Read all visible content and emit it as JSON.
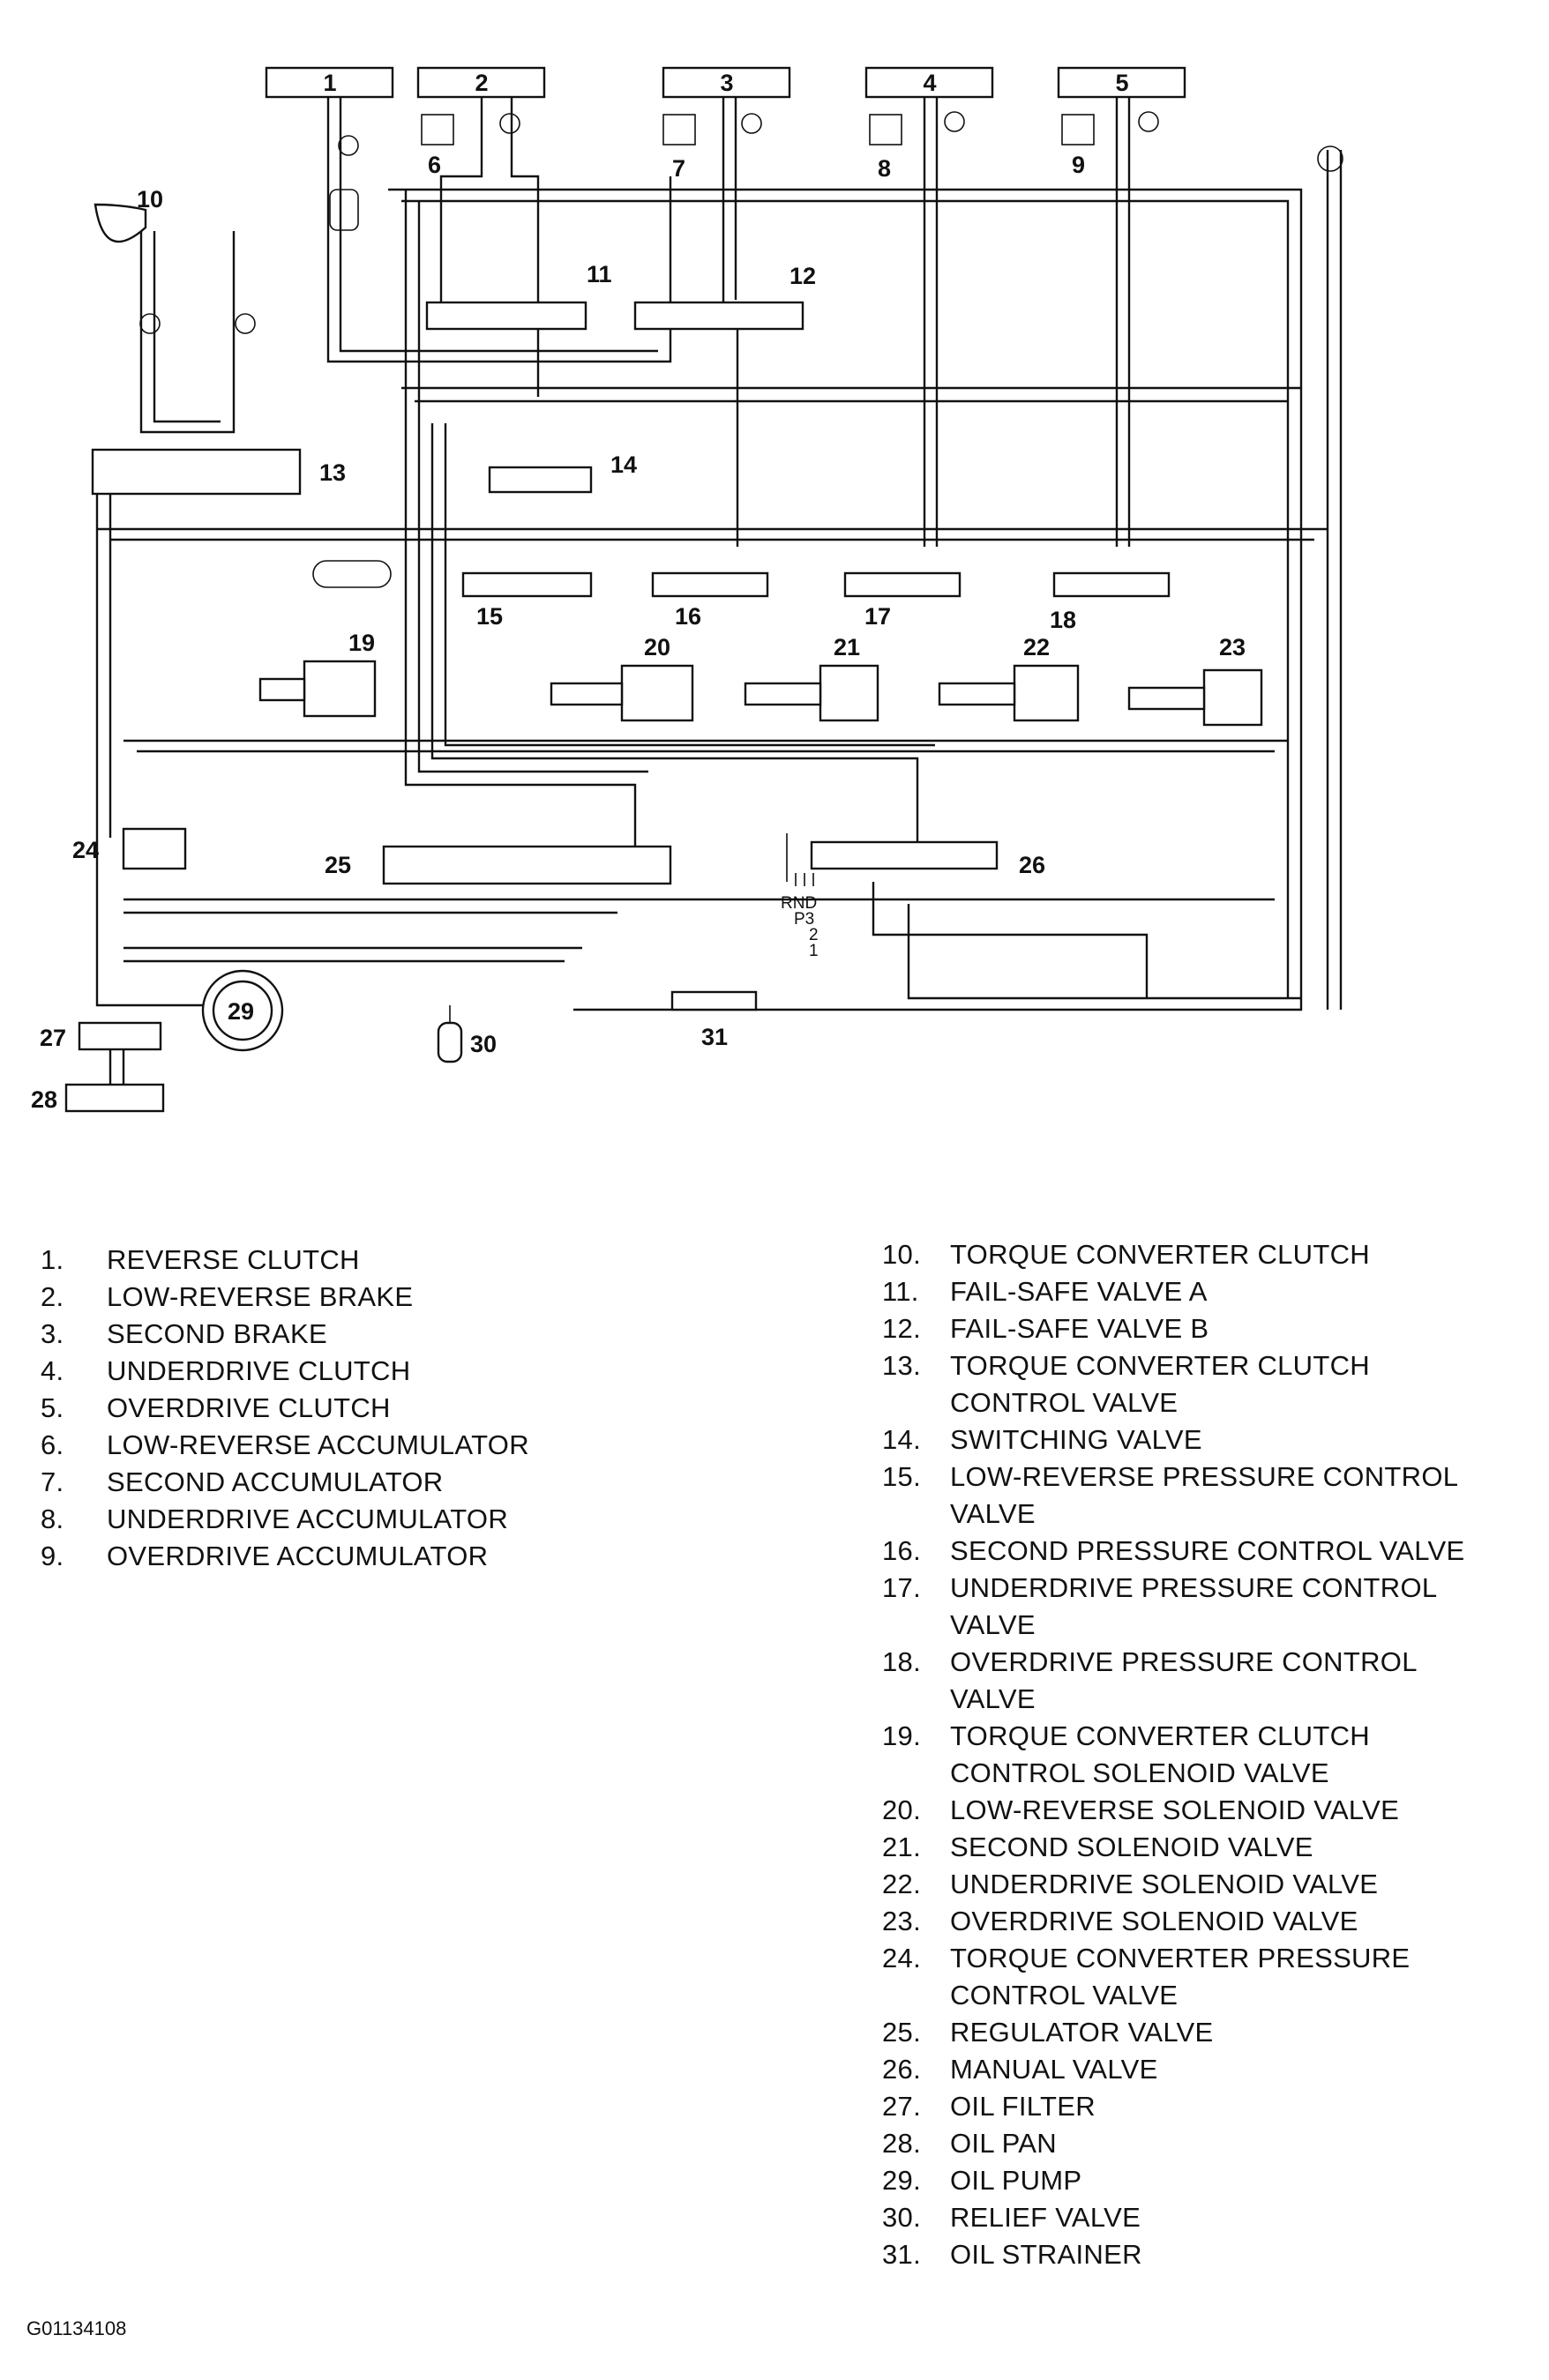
{
  "diagram": {
    "top_labels": [
      "1",
      "2",
      "3",
      "4",
      "5"
    ],
    "callouts": [
      "6",
      "7",
      "8",
      "9",
      "10",
      "11",
      "12",
      "13",
      "14",
      "15",
      "16",
      "17",
      "18",
      "19",
      "20",
      "21",
      "22",
      "23",
      "24",
      "25",
      "26",
      "27",
      "28",
      "29",
      "30",
      "31"
    ],
    "manual_valve_positions": {
      "line1": "RND",
      "line2": "P3",
      "line3": "2",
      "line4": "1"
    }
  },
  "legend": {
    "left": [
      {
        "n": "1.",
        "text": "REVERSE CLUTCH"
      },
      {
        "n": "2.",
        "text": "LOW-REVERSE BRAKE"
      },
      {
        "n": "3.",
        "text": "SECOND BRAKE"
      },
      {
        "n": "4.",
        "text": "UNDERDRIVE CLUTCH"
      },
      {
        "n": "5.",
        "text": "OVERDRIVE CLUTCH"
      },
      {
        "n": "6.",
        "text": "LOW-REVERSE ACCUMULATOR"
      },
      {
        "n": "7.",
        "text": "SECOND ACCUMULATOR"
      },
      {
        "n": "8.",
        "text": "UNDERDRIVE ACCUMULATOR"
      },
      {
        "n": "9.",
        "text": "OVERDRIVE ACCUMULATOR"
      }
    ],
    "right": [
      {
        "n": "10.",
        "text": "TORQUE CONVERTER CLUTCH"
      },
      {
        "n": "11.",
        "text": "FAIL-SAFE VALVE A"
      },
      {
        "n": "12.",
        "text": "FAIL-SAFE VALVE B"
      },
      {
        "n": "13.",
        "text": "TORQUE CONVERTER CLUTCH\nCONTROL VALVE"
      },
      {
        "n": "14.",
        "text": "SWITCHING VALVE"
      },
      {
        "n": "15.",
        "text": "LOW-REVERSE PRESSURE CONTROL\nVALVE"
      },
      {
        "n": "16.",
        "text": "SECOND PRESSURE CONTROL VALVE"
      },
      {
        "n": "17.",
        "text": "UNDERDRIVE PRESSURE CONTROL\nVALVE"
      },
      {
        "n": "18.",
        "text": "OVERDRIVE PRESSURE CONTROL\nVALVE"
      },
      {
        "n": "19.",
        "text": "TORQUE CONVERTER CLUTCH\nCONTROL SOLENOID VALVE"
      },
      {
        "n": "20.",
        "text": "LOW-REVERSE SOLENOID VALVE"
      },
      {
        "n": "21.",
        "text": "SECOND SOLENOID VALVE"
      },
      {
        "n": "22.",
        "text": "UNDERDRIVE SOLENOID VALVE"
      },
      {
        "n": "23.",
        "text": "OVERDRIVE SOLENOID VALVE"
      },
      {
        "n": "24.",
        "text": "TORQUE CONVERTER PRESSURE\nCONTROL VALVE"
      },
      {
        "n": "25.",
        "text": "REGULATOR VALVE"
      },
      {
        "n": "26.",
        "text": "MANUAL VALVE"
      },
      {
        "n": "27.",
        "text": "OIL FILTER"
      },
      {
        "n": "28.",
        "text": "OIL PAN"
      },
      {
        "n": "29.",
        "text": "OIL PUMP"
      },
      {
        "n": "30.",
        "text": "RELIEF VALVE"
      },
      {
        "n": "31.",
        "text": "OIL STRAINER"
      }
    ]
  },
  "figure_id": "G01134108"
}
